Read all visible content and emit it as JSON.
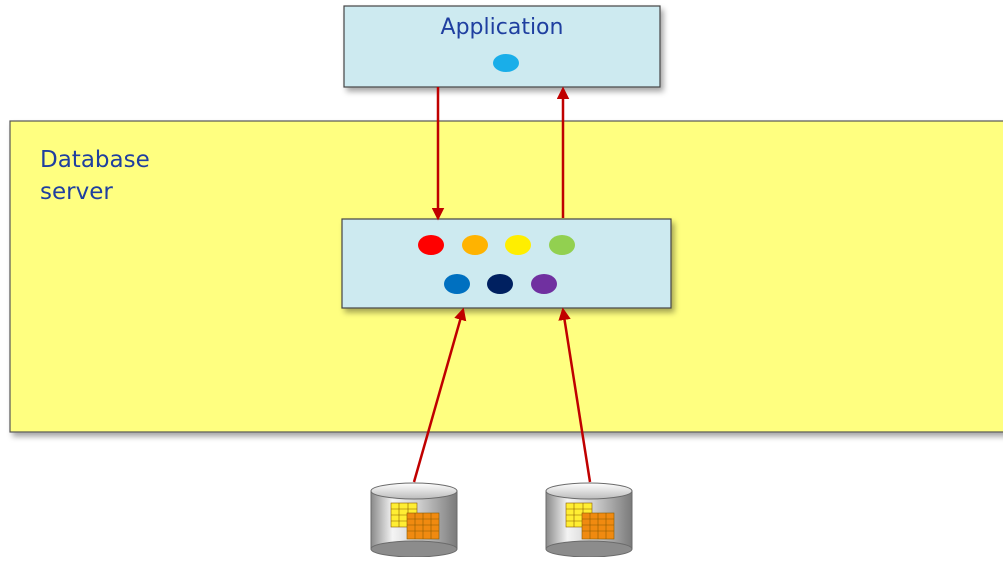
{
  "application": {
    "title": "Application",
    "box_fill": "#cdeaf0",
    "dot_color": "#19aee9"
  },
  "database_server": {
    "label": "Database\nserver",
    "fill": "#ffff80"
  },
  "engine": {
    "box_fill": "#cdeaf0",
    "dots_row1": [
      {
        "name": "red-dot",
        "color": "#ff0000"
      },
      {
        "name": "orange-dot",
        "color": "#ffb300"
      },
      {
        "name": "yellow-dot",
        "color": "#ffee00"
      },
      {
        "name": "green-dot",
        "color": "#92d050"
      }
    ],
    "dots_row2": [
      {
        "name": "blue-dot",
        "color": "#0070c0"
      },
      {
        "name": "navy-dot",
        "color": "#002060"
      },
      {
        "name": "purple-dot",
        "color": "#7030a0"
      }
    ]
  },
  "storage": [
    {
      "name": "database-1"
    },
    {
      "name": "database-2"
    }
  ],
  "colors": {
    "arrow": "#c00000",
    "label_text": "#1f3fa0"
  }
}
